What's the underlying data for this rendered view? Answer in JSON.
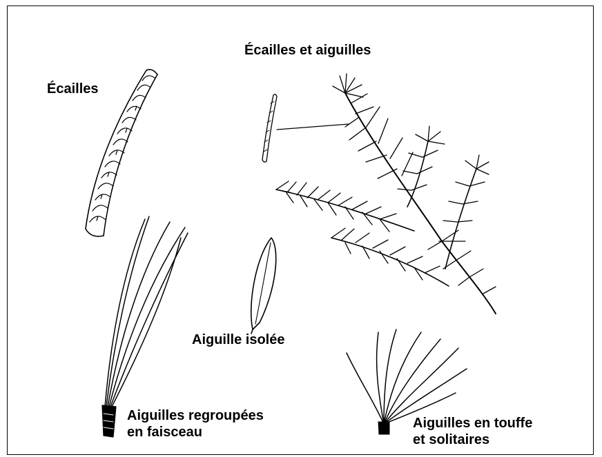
{
  "diagram": {
    "title": "Écailles et aiguilles",
    "labels": {
      "scales": "Écailles",
      "single_needle": "Aiguille isolée",
      "bundle_line1": "Aiguilles regroupées",
      "bundle_line2": "en faisceau",
      "tuft_line1": "Aiguilles en touffe",
      "tuft_line2": "et solitaires"
    },
    "colors": {
      "ink": "#000000",
      "background": "#ffffff"
    }
  }
}
